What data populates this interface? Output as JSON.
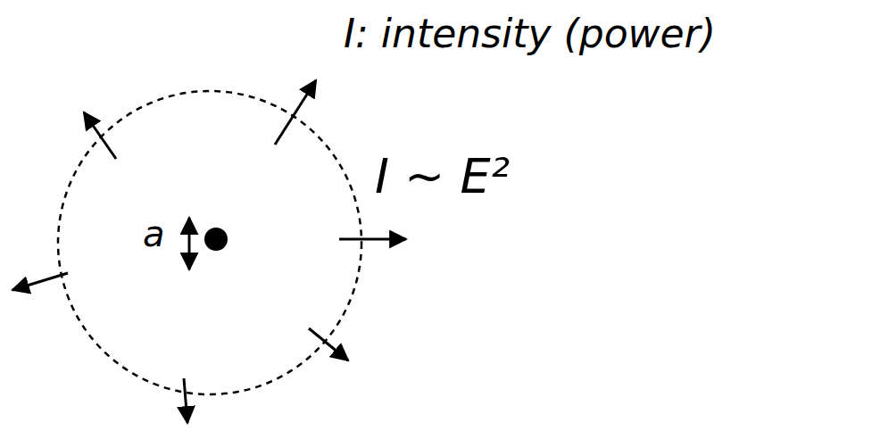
{
  "diagram": {
    "labels": [
      "I: intensity (power)",
      "I ~ E²",
      "a"
    ]
  }
}
